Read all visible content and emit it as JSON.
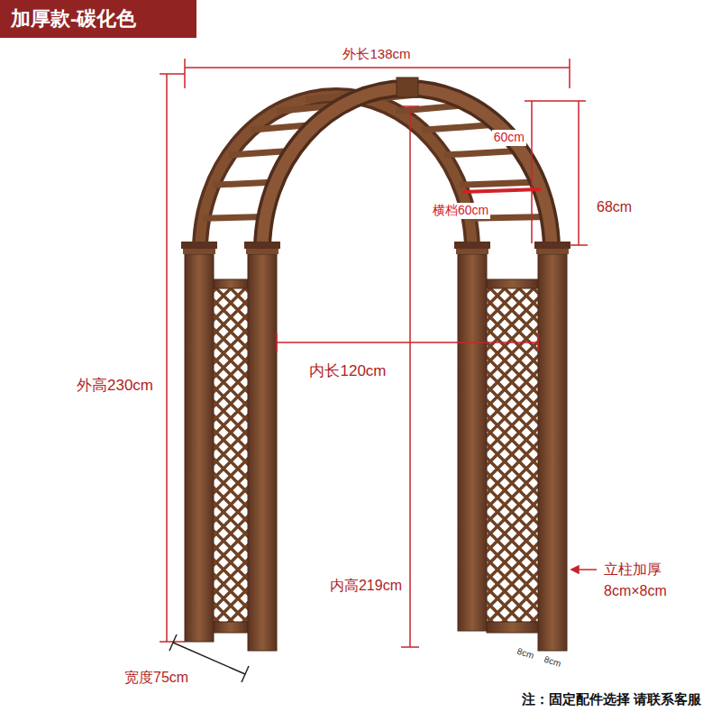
{
  "diagram": {
    "title": "加厚款-碳化色",
    "labels": [
      "外长138cm",
      "60cm",
      "横档60cm",
      "68cm",
      "外高230cm",
      "内长120cm",
      "内高219cm",
      "立柱加厚 8cm×8cm",
      "8cm",
      "8cm",
      "宽度75cm",
      "注：固定配件选择 请联系客服"
    ]
  }
}
